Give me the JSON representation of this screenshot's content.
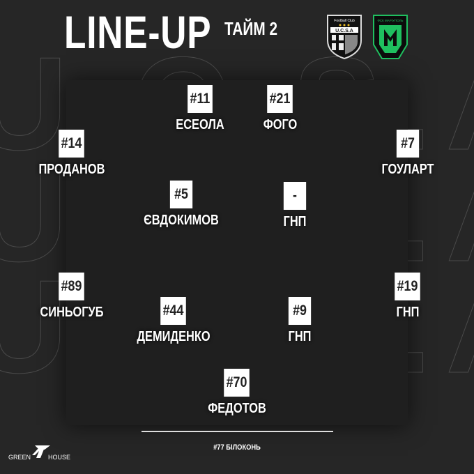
{
  "header": {
    "title": "LINE-UP",
    "half": "ТАЙМ 2",
    "home_crest_text": "Football Club",
    "home_crest_abbr": "U.C.S.A",
    "away_crest_text": "ФСК МАРІУПОЛЬ"
  },
  "background_text": "U.C.S.A",
  "players": [
    {
      "number": "#11",
      "name": "ЕСЕОЛА"
    },
    {
      "number": "#21",
      "name": "ФОГО"
    },
    {
      "number": "#14",
      "name": "ПРОДАНОВ"
    },
    {
      "number": "#7",
      "name": "ГОУЛАРТ"
    },
    {
      "number": "#5",
      "name": "ЄВДОКИМОВ"
    },
    {
      "number": "-",
      "name": "ГНП"
    },
    {
      "number": "#89",
      "name": "СИНЬОГУБ"
    },
    {
      "number": "#19",
      "name": "ГНП"
    },
    {
      "number": "#44",
      "name": "ДЕМИДЕНКО"
    },
    {
      "number": "#9",
      "name": "ГНП"
    },
    {
      "number": "#70",
      "name": "ФЕДОТОВ"
    }
  ],
  "bench": "#77 БІЛОКОНЬ",
  "sponsor": {
    "left": "GREEN",
    "right": "HOUSE"
  },
  "colors": {
    "background": "#262626",
    "accent_green": "#1fbf5f"
  }
}
